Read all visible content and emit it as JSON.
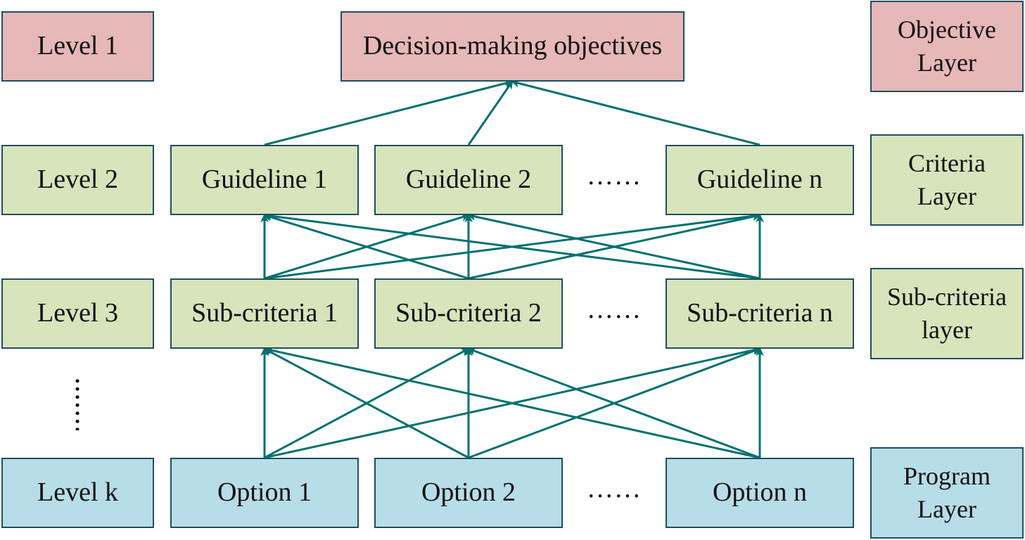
{
  "levels": {
    "level1": "Level 1",
    "level2": "Level 2",
    "level3": "Level 3",
    "levelk": "Level k"
  },
  "objective": "Decision-making objectives",
  "guidelines": [
    "Guideline 1",
    "Guideline 2",
    "Guideline n"
  ],
  "subcriteria": [
    "Sub-criteria 1",
    "Sub-criteria 2",
    "Sub-criteria n"
  ],
  "options": [
    "Option 1",
    "Option 2",
    "Option n"
  ],
  "ellipsis": "……",
  "layers": {
    "objective": "Objective\nLayer",
    "criteria": "Criteria\nLayer",
    "subcriteria": "Sub-criteria\nlayer",
    "program": "Program\nLayer"
  },
  "colors": {
    "objective_fill": "#e6b8b7",
    "criteria_fill": "#d8e4bc",
    "program_fill": "#b7dde8",
    "arrow": "#007070"
  }
}
